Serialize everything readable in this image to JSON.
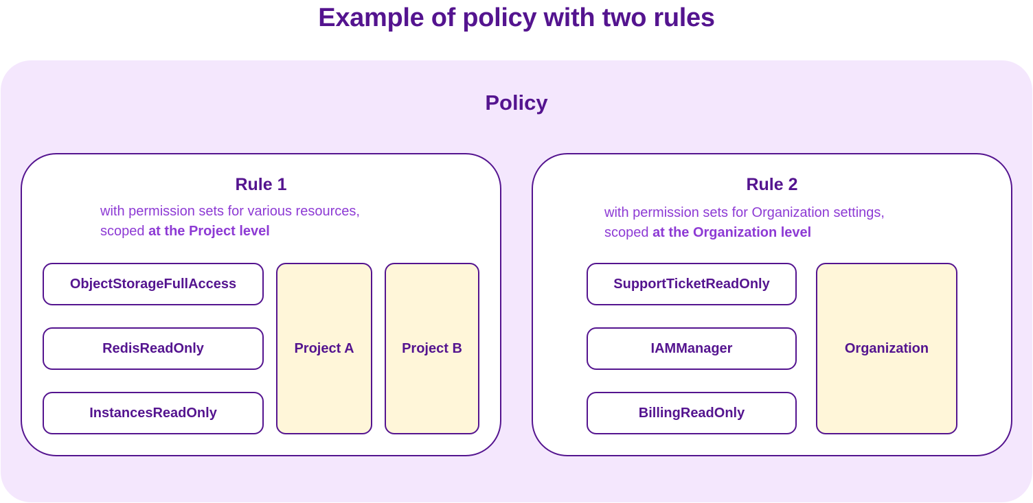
{
  "title": "Example of policy with two rules",
  "policy": {
    "label": "Policy"
  },
  "rules": [
    {
      "title": "Rule 1",
      "description_line1": "with permission sets for various resources,",
      "description_line2_prefix": "scoped ",
      "description_line2_bold": "at the Project level",
      "permission_sets": [
        "ObjectStorageFullAccess",
        "RedisReadOnly",
        "InstancesReadOnly"
      ],
      "scopes": [
        "Project A",
        "Project B"
      ]
    },
    {
      "title": "Rule 2",
      "description_line1": "with permission sets for Organization settings,",
      "description_line2_prefix": "scoped ",
      "description_line2_bold": "at the Organization level",
      "permission_sets": [
        "SupportTicketReadOnly",
        "IAMManager",
        "BillingReadOnly"
      ],
      "scopes": [
        "Organization"
      ]
    }
  ],
  "colors": {
    "title_purple": "#54148f",
    "accent_purple": "#8d3ad4",
    "policy_background": "#f4e7fd",
    "scope_background": "#fff6d9"
  }
}
